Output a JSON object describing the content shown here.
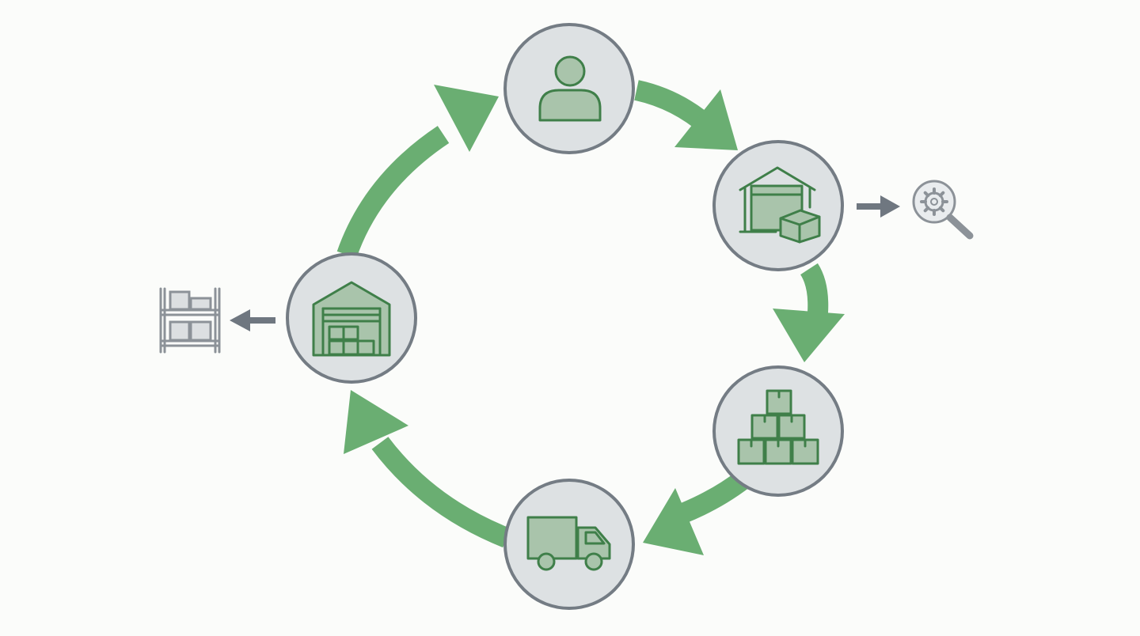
{
  "diagram": {
    "type": "cycle",
    "colors": {
      "background": "#fbfcfa",
      "cycle_arrow": "#6aae72",
      "node_fill": "#dde1e3",
      "node_border": "#747c84",
      "icon_line": "#3f7f49",
      "icon_fill": "#a9c4ab",
      "side_arrow": "#6f7780",
      "side_icon": "#8c9298"
    },
    "nodes": [
      {
        "id": "customer",
        "icon": "person-icon"
      },
      {
        "id": "warehouse-receiving",
        "icon": "warehouse-box-icon"
      },
      {
        "id": "stacked-inventory",
        "icon": "stacked-boxes-icon"
      },
      {
        "id": "delivery",
        "icon": "delivery-truck-icon"
      },
      {
        "id": "distribution-center",
        "icon": "warehouse-boxes-icon"
      }
    ],
    "cycle_direction": "clockwise",
    "side_outputs": [
      {
        "from": "warehouse-receiving",
        "icon": "gear-magnifier-icon",
        "direction": "right"
      },
      {
        "from": "distribution-center",
        "icon": "storage-shelf-icon",
        "direction": "left"
      }
    ]
  }
}
